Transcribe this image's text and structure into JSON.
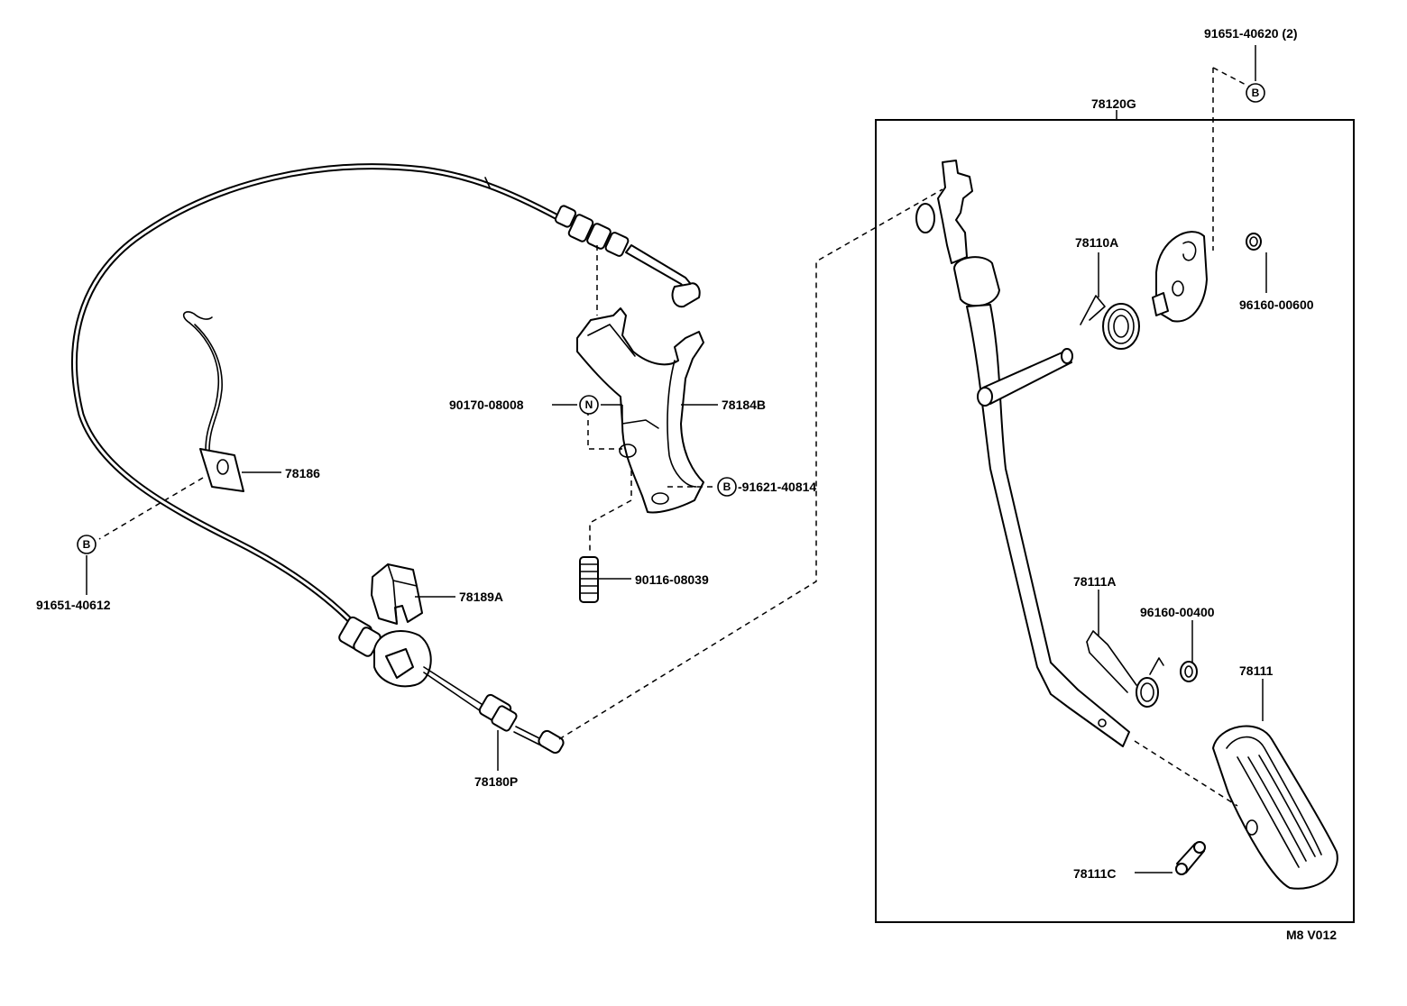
{
  "diagram_code": "M8 V012",
  "assembly_label": "78120G",
  "parts": [
    {
      "id": "p1",
      "number": "91651-40620 (2)"
    },
    {
      "id": "p2",
      "number": "78110A"
    },
    {
      "id": "p3",
      "number": "96160-00600"
    },
    {
      "id": "p4",
      "number": "90170-08008"
    },
    {
      "id": "p5",
      "number": "78184B"
    },
    {
      "id": "p6",
      "number": "78186"
    },
    {
      "id": "p7",
      "number": "-91621-40814"
    },
    {
      "id": "p8",
      "number": "91651-40612"
    },
    {
      "id": "p9",
      "number": "90116-08039"
    },
    {
      "id": "p10",
      "number": "78189A"
    },
    {
      "id": "p11",
      "number": "78111A"
    },
    {
      "id": "p12",
      "number": "96160-00400"
    },
    {
      "id": "p13",
      "number": "78111"
    },
    {
      "id": "p14",
      "number": "78180P"
    },
    {
      "id": "p15",
      "number": "78111C"
    }
  ],
  "badges": {
    "b_top": "B",
    "b_left": "B",
    "b_bracket": "B",
    "n_nut": "N"
  }
}
